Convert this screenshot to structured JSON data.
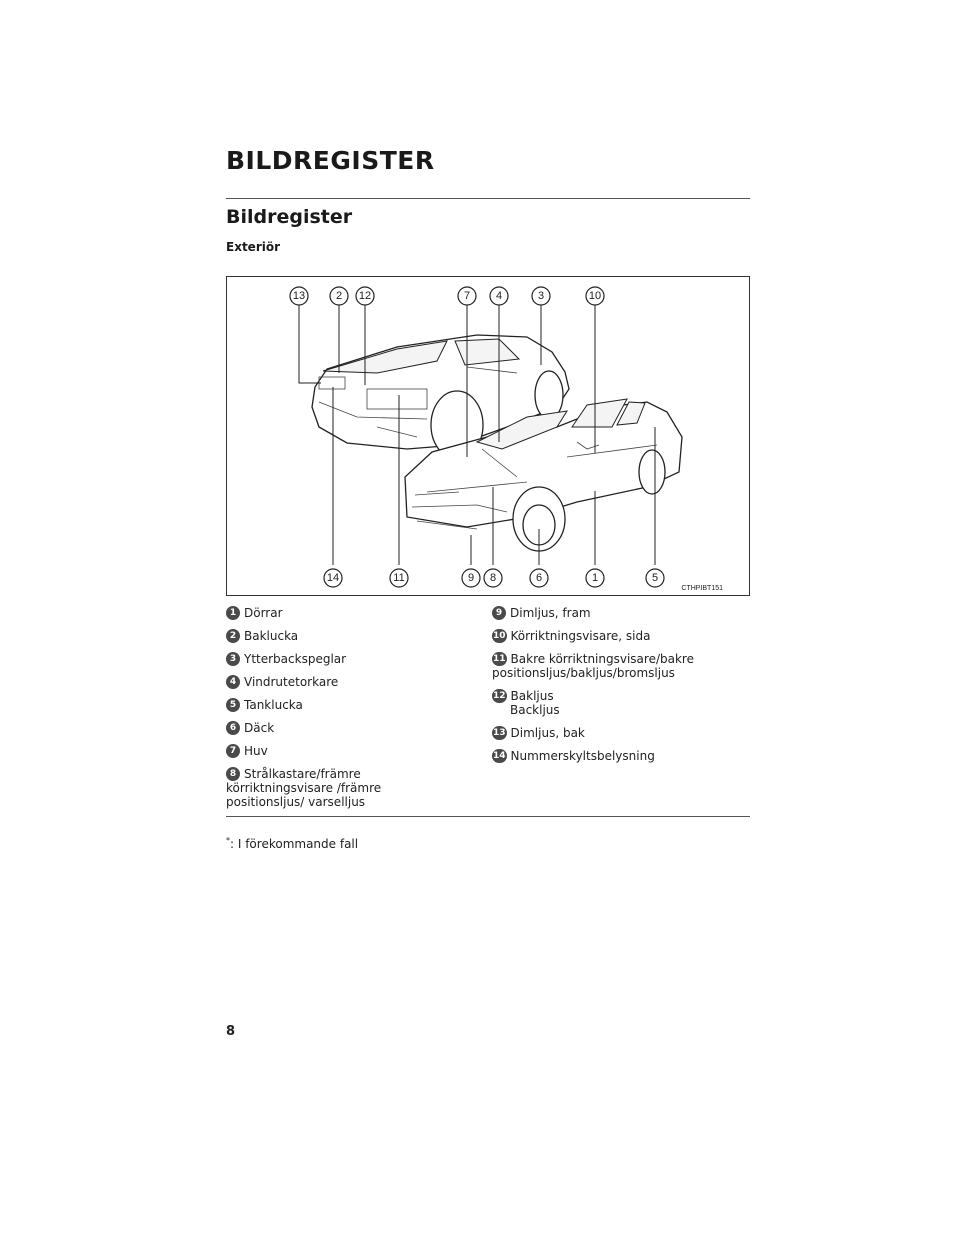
{
  "chapter_title": "BILDREGISTER",
  "section_title": "Bildregister",
  "subsection_title": "Exteriör",
  "figure": {
    "code": "CTHPIBT151",
    "top_callouts": [
      "13",
      "2",
      "12",
      "7",
      "4",
      "3",
      "10"
    ],
    "bottom_callouts": [
      "14",
      "11",
      "9",
      "8",
      "6",
      "1",
      "5"
    ]
  },
  "items_left": [
    {
      "num": "1",
      "text": "Dörrar"
    },
    {
      "num": "2",
      "text": "Baklucka"
    },
    {
      "num": "3",
      "text": "Ytterbackspeglar"
    },
    {
      "num": "4",
      "text": "Vindrutetorkare"
    },
    {
      "num": "5",
      "text": "Tanklucka"
    },
    {
      "num": "6",
      "text": "Däck"
    },
    {
      "num": "7",
      "text": "Huv"
    },
    {
      "num": "8",
      "text": "Strålkastare/främre körriktningsvisare /främre positionsljus/ varselljus"
    }
  ],
  "items_right": [
    {
      "num": "9",
      "text": "Dimljus, fram"
    },
    {
      "num": "10",
      "text": "Körriktningsvisare, sida"
    },
    {
      "num": "11",
      "text": "Bakre körriktningsvisare/bakre positionsljus/bakljus/bromsljus"
    },
    {
      "num": "12",
      "text": "Bakljus",
      "extra": "Backljus"
    },
    {
      "num": "13",
      "text": "Dimljus, bak"
    },
    {
      "num": "14",
      "text": "Nummerskyltsbelysning"
    }
  ],
  "footnote": {
    "mark": "*",
    "text": ": I förekommande fall"
  },
  "page_number": "8"
}
